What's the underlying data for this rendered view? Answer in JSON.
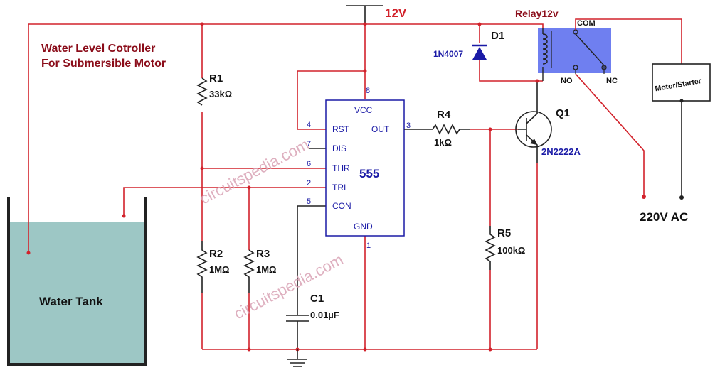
{
  "title": {
    "line1": "Water Level Cotroller",
    "line2": "For Submersible Motor"
  },
  "supply": {
    "label": "12V"
  },
  "relay": {
    "label": "Relay12v",
    "com": "COM",
    "no": "NO",
    "nc": "NC"
  },
  "diode": {
    "ref": "D1",
    "part": "1N4007"
  },
  "ic": {
    "name": "555",
    "pins": [
      {
        "num": "8",
        "name": "VCC"
      },
      {
        "num": "4",
        "name": "RST"
      },
      {
        "num": "7",
        "name": "DIS"
      },
      {
        "num": "6",
        "name": "THR"
      },
      {
        "num": "2",
        "name": "TRI"
      },
      {
        "num": "5",
        "name": "CON"
      },
      {
        "num": "3",
        "name": "OUT"
      },
      {
        "num": "1",
        "name": "GND"
      }
    ]
  },
  "resistors": [
    {
      "ref": "R1",
      "value": "33kΩ"
    },
    {
      "ref": "R2",
      "value": "1MΩ"
    },
    {
      "ref": "R3",
      "value": "1MΩ"
    },
    {
      "ref": "R4",
      "value": "1kΩ"
    },
    {
      "ref": "R5",
      "value": "100kΩ"
    }
  ],
  "capacitor": {
    "ref": "C1",
    "value": "0.01µF"
  },
  "transistor": {
    "ref": "Q1",
    "part": "2N2222A"
  },
  "motor": {
    "label": "Motor/Starter"
  },
  "ac": {
    "label": "220V AC"
  },
  "tank": {
    "label": "Water Tank"
  },
  "watermark": {
    "text": "circuitspedia.com"
  },
  "colors": {
    "wire": "#d2222b",
    "title": "#8b0d1a",
    "pin_text": "#1a1aa6",
    "relay_box": "#6f7ff0",
    "water": "#9dc7c5"
  }
}
